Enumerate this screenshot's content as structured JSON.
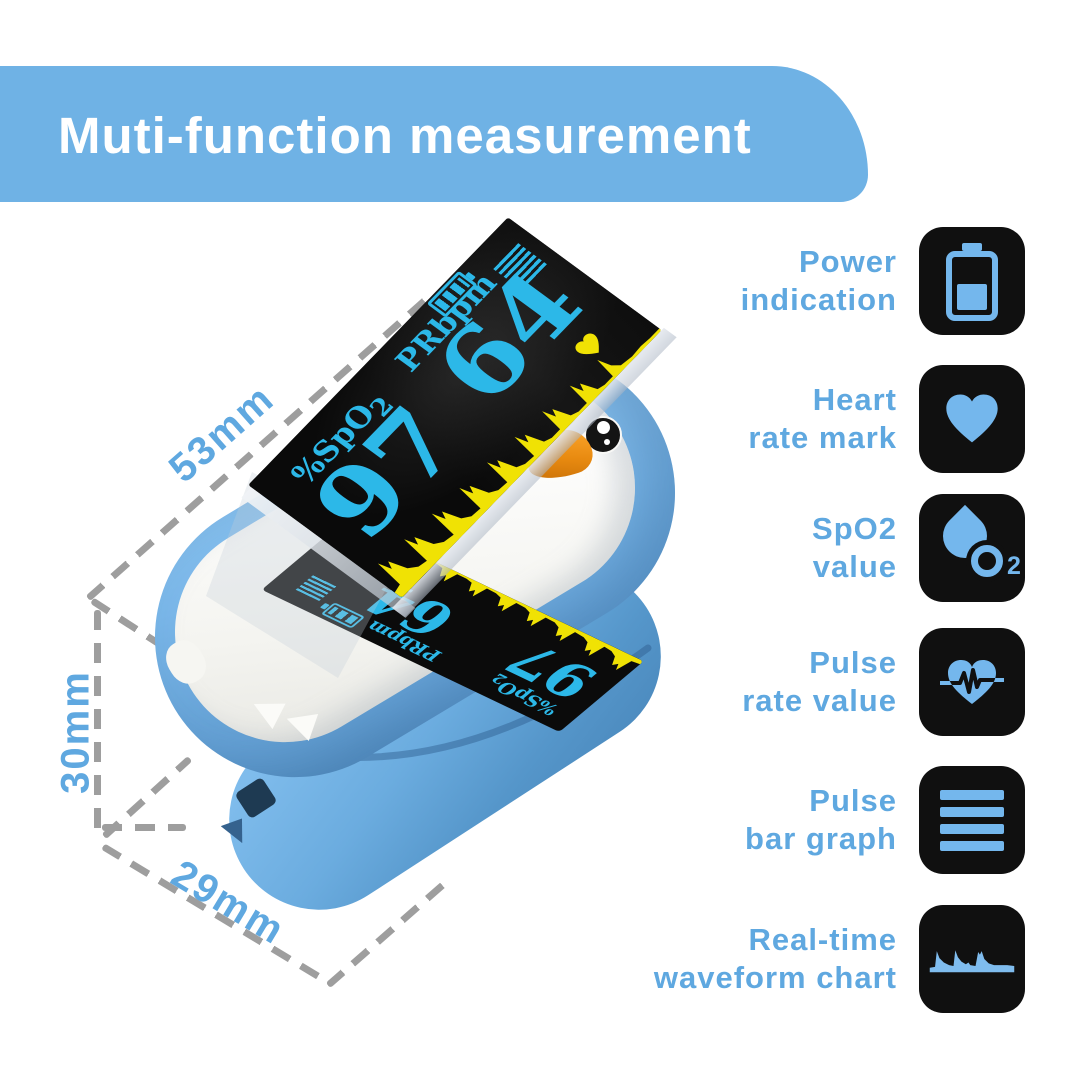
{
  "header": {
    "title": "Muti-function measurement"
  },
  "dimensions": {
    "length": "53mm",
    "height": "30mm",
    "width": "29mm"
  },
  "display": {
    "spo2_label": "%SpO",
    "spo2_sub": "2",
    "spo2_value": "97",
    "pr_label": "PRbpm",
    "pr_value": "64"
  },
  "features": [
    {
      "line1": "Power",
      "line2": "indication",
      "icon": "battery-icon"
    },
    {
      "line1": "Heart",
      "line2": "rate mark",
      "icon": "heart-icon"
    },
    {
      "line1": "SpO2",
      "line2": "value",
      "icon": "spo2-drop-icon",
      "icon_sub": "2"
    },
    {
      "line1": "Pulse",
      "line2": "rate value",
      "icon": "pulse-heart-icon"
    },
    {
      "line1": "Pulse",
      "line2": "bar graph",
      "icon": "bar-graph-icon"
    },
    {
      "line1": "Real-time",
      "line2": "waveform chart",
      "icon": "waveform-icon"
    }
  ],
  "colors": {
    "banner_blue": "#6FB2E5",
    "label_blue": "#5FA8E0",
    "icon_blue": "#74B7ED",
    "tile_bg": "#101010",
    "screen_cyan": "#2CB8E8",
    "screen_yellow": "#F0E204",
    "device_blue": "#7AB7E9",
    "beak_orange": "#EE8D15",
    "dash_gray": "#9E9E9E"
  }
}
